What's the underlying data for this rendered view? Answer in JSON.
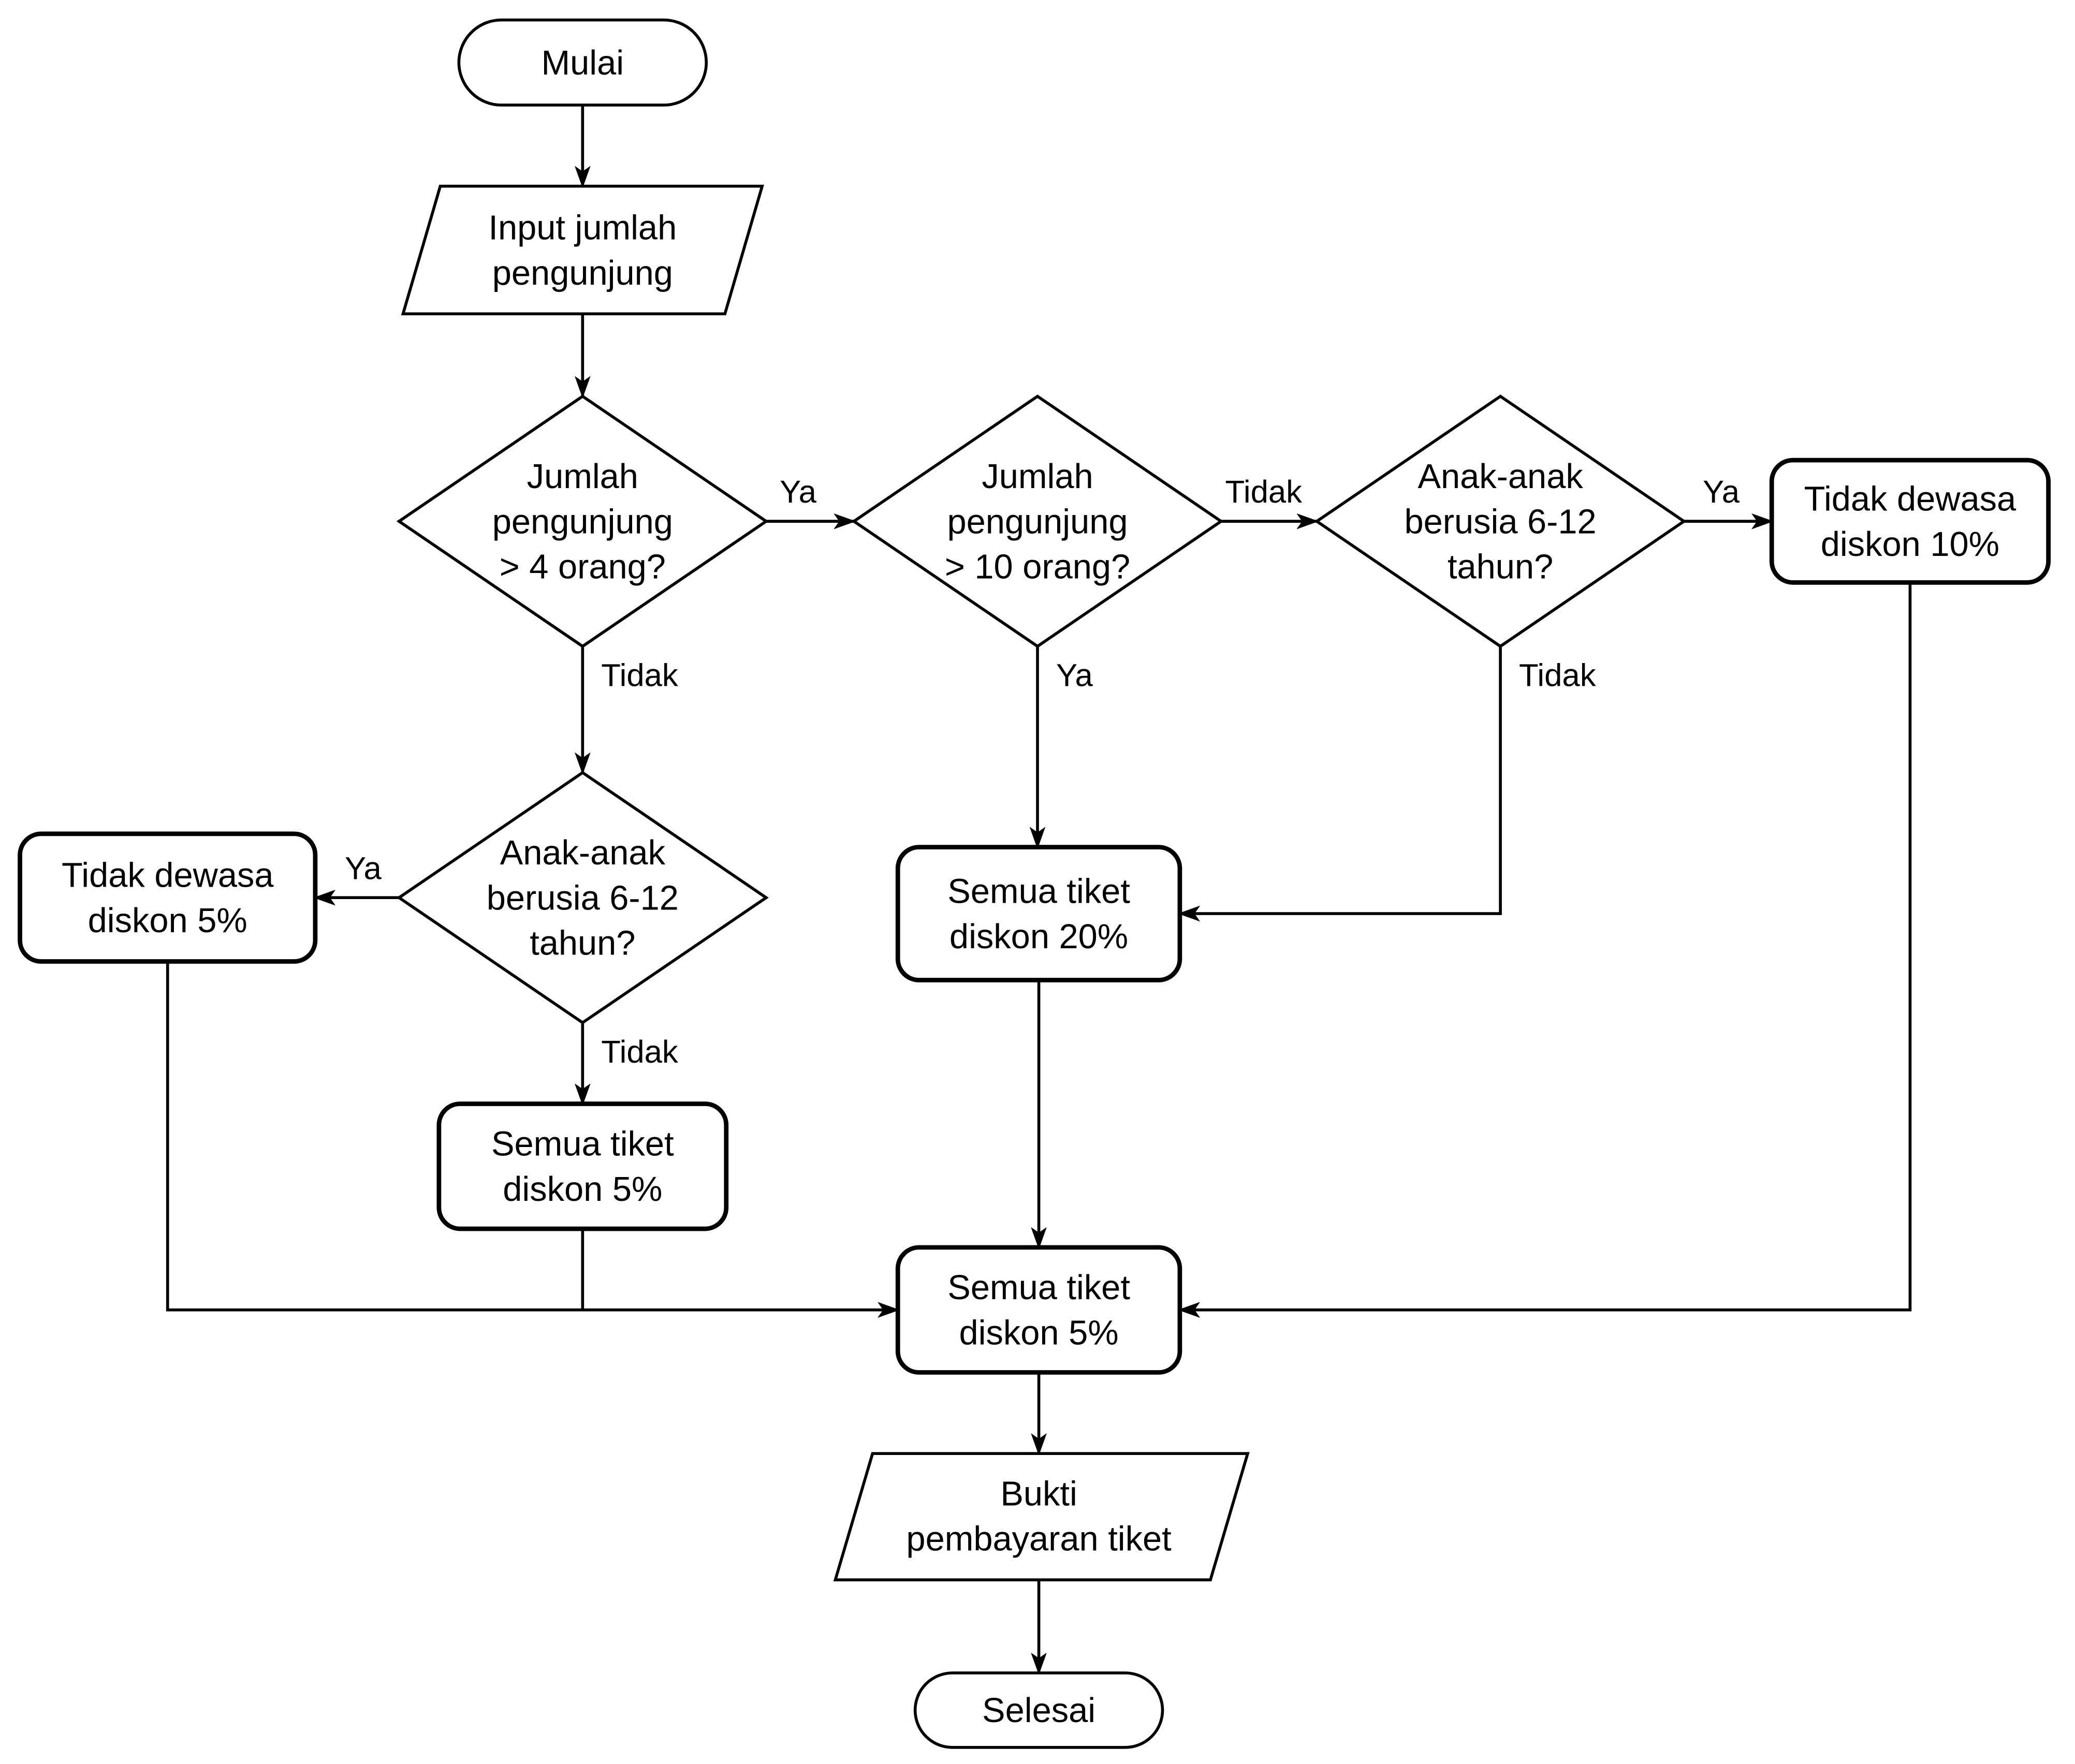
{
  "diagram": {
    "type": "flowchart",
    "language": "Indonesian",
    "colors": {
      "stroke": "#000000",
      "background": "#ffffff",
      "text": "#000000"
    }
  },
  "nodes": {
    "start": {
      "shape": "terminator",
      "label": "Mulai"
    },
    "input": {
      "shape": "parallelogram",
      "line1": "Input jumlah",
      "line2": "pengunjung"
    },
    "d1": {
      "shape": "decision",
      "line1": "Jumlah",
      "line2": "pengunjung",
      "line3": "> 4 orang?"
    },
    "d2": {
      "shape": "decision",
      "line1": "Jumlah",
      "line2": "pengunjung",
      "line3": "> 10 orang?"
    },
    "d3": {
      "shape": "decision",
      "line1": "Anak-anak",
      "line2": "berusia 6-12",
      "line3": "tahun?"
    },
    "d4": {
      "shape": "decision",
      "line1": "Anak-anak",
      "line2": "berusia 6-12",
      "line3": "tahun?"
    },
    "discount10": {
      "shape": "rounded-rect",
      "line1": "Tidak dewasa",
      "line2": "diskon 10%"
    },
    "discount5_adult": {
      "shape": "rounded-rect",
      "line1": "Tidak dewasa",
      "line2": "diskon 5%"
    },
    "discount20": {
      "shape": "rounded-rect",
      "line1": "Semua tiket",
      "line2": "diskon 20%"
    },
    "discount5_left": {
      "shape": "rounded-rect",
      "line1": "Semua tiket",
      "line2": "diskon 5%"
    },
    "discount5_center": {
      "shape": "rounded-rect",
      "line1": "Semua tiket",
      "line2": "diskon 5%"
    },
    "output": {
      "shape": "parallelogram",
      "line1": "Bukti",
      "line2": "pembayaran tiket"
    },
    "end": {
      "shape": "terminator",
      "label": "Selesai"
    }
  },
  "edge_labels": {
    "d1_ya": "Ya",
    "d1_tidak": "Tidak",
    "d2_tidak": "Tidak",
    "d2_ya": "Ya",
    "d3_ya": "Ya",
    "d3_tidak": "Tidak",
    "d4_ya": "Ya",
    "d4_tidak": "Tidak"
  }
}
